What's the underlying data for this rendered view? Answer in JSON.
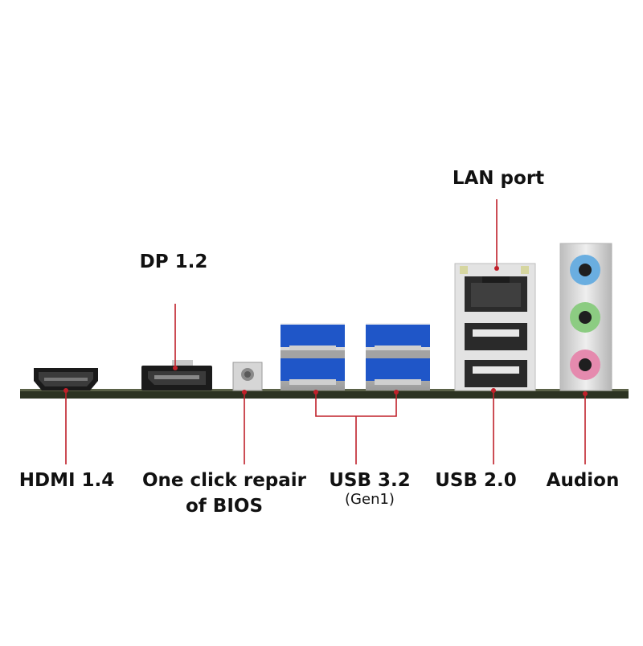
{
  "labels": {
    "lan": "LAN port",
    "dp": "DP 1.2",
    "hdmi": "HDMI 1.4",
    "bios_line1": "One click repair",
    "bios_line2": "of BIOS",
    "usb32": "USB 3.2",
    "usb32_sub": "(Gen1)",
    "usb20": "USB 2.0",
    "audio": "Audion"
  },
  "colors": {
    "leader": "#c0202a",
    "board": "#2c3322",
    "usb3_blue": "#1f56c8",
    "panel": "#e3e3e3",
    "audio_blue": "#6aaee0",
    "audio_green": "#8ccc82",
    "audio_pink": "#e58aae"
  }
}
